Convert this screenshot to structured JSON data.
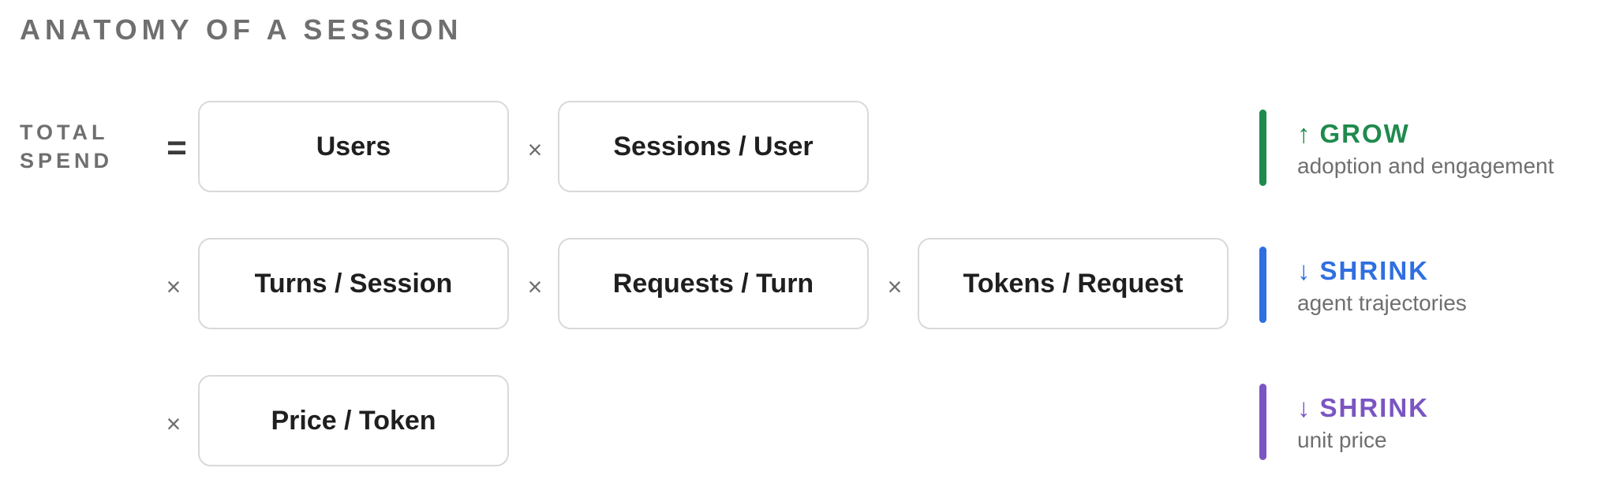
{
  "title": "ANATOMY OF A SESSION",
  "total_label": [
    "TOTAL",
    "SPEND"
  ],
  "operators": {
    "equals": "=",
    "times": "×"
  },
  "rows": [
    {
      "factors": [
        "Users",
        "Sessions / User"
      ]
    },
    {
      "factors": [
        "Turns / Session",
        "Requests / Turn",
        "Tokens / Request"
      ]
    },
    {
      "factors": [
        "Price / Token"
      ]
    }
  ],
  "annotations": [
    {
      "arrow": "↑",
      "label": "GROW",
      "description": "adoption and engagement",
      "color": "#1f8a4c"
    },
    {
      "arrow": "↓",
      "label": "SHRINK",
      "description": "agent trajectories",
      "color": "#2f6fe0"
    },
    {
      "arrow": "↓",
      "label": "SHRINK",
      "description": "unit price",
      "color": "#7a55c2"
    }
  ]
}
